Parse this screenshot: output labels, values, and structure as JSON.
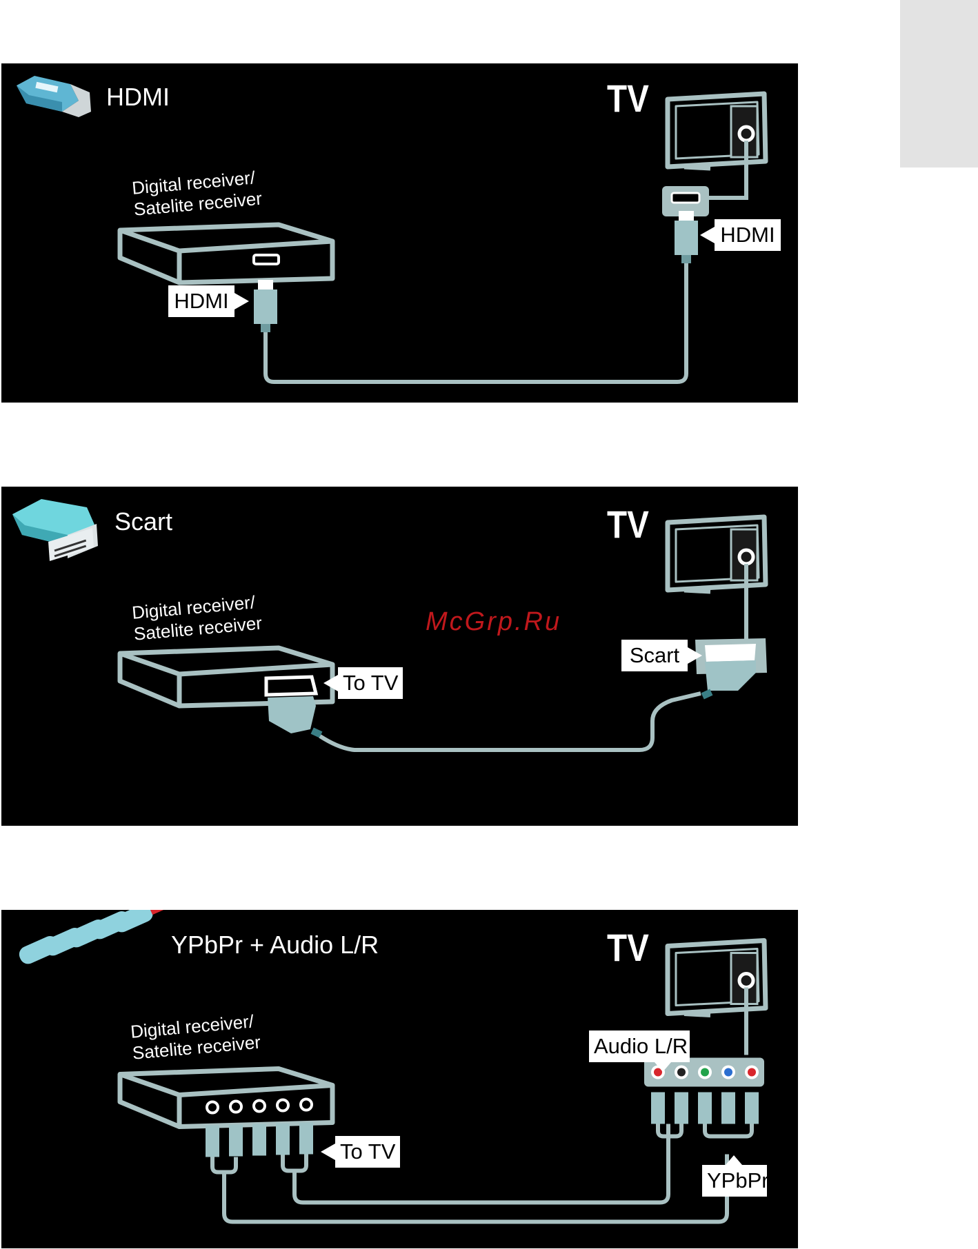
{
  "sections": {
    "hdmi": {
      "title": "HDMI",
      "tv_label": "TV",
      "receiver_label_line1": "Digital receiver/",
      "receiver_label_line2": "Satelite receiver",
      "receiver_port_label": "HDMI",
      "tv_port_label": "HDMI"
    },
    "scart": {
      "title": "Scart",
      "tv_label": "TV",
      "receiver_label_line1": "Digital receiver/",
      "receiver_label_line2": "Satelite receiver",
      "receiver_port_label": "To TV",
      "tv_port_label": "Scart"
    },
    "ypbpr": {
      "title": "YPbPr + Audio L/R",
      "tv_label": "TV",
      "receiver_label_line1": "Digital receiver/",
      "receiver_label_line2": "Satelite receiver",
      "receiver_port_label": "To TV",
      "tv_audio_label": "Audio L/R",
      "tv_video_label": "YPbPr"
    }
  },
  "watermark": "McGrp.Ru",
  "colors": {
    "panel_bg": "#000000",
    "line_art": "#a9c1c2",
    "plug": "#9fc3c6",
    "hdmi_icon": "#5fb6d3",
    "scart_icon": "#6fd6de",
    "rca_red": "#d8262c",
    "rca_white": "#ffffff",
    "rca_green": "#22a34b",
    "rca_blue": "#2c6fd0",
    "watermark": "#c0181c"
  }
}
